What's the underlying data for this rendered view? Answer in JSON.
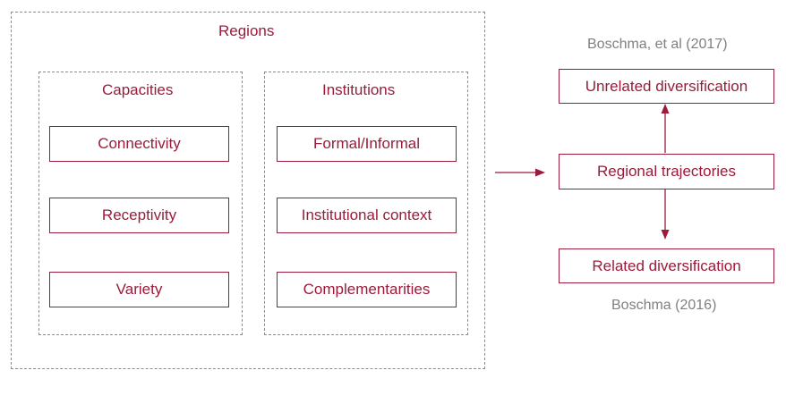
{
  "regions": {
    "title": "Regions",
    "capacities": {
      "title": "Capacities",
      "items": [
        "Connectivity",
        "Receptivity",
        "Variety"
      ]
    },
    "institutions": {
      "title": "Institutions",
      "items": [
        "Formal/Informal",
        "Institutional context",
        "Complementarities"
      ]
    }
  },
  "outcomes": {
    "center": "Regional trajectories",
    "top": "Unrelated diversification",
    "bottom": "Related diversification",
    "top_citation": "Boschma, et al (2017)",
    "bottom_citation": "Boschma (2016)"
  },
  "colors": {
    "accent": "#9b1b3a",
    "dashed_border": "#8c8c8c",
    "citation": "#808080"
  }
}
